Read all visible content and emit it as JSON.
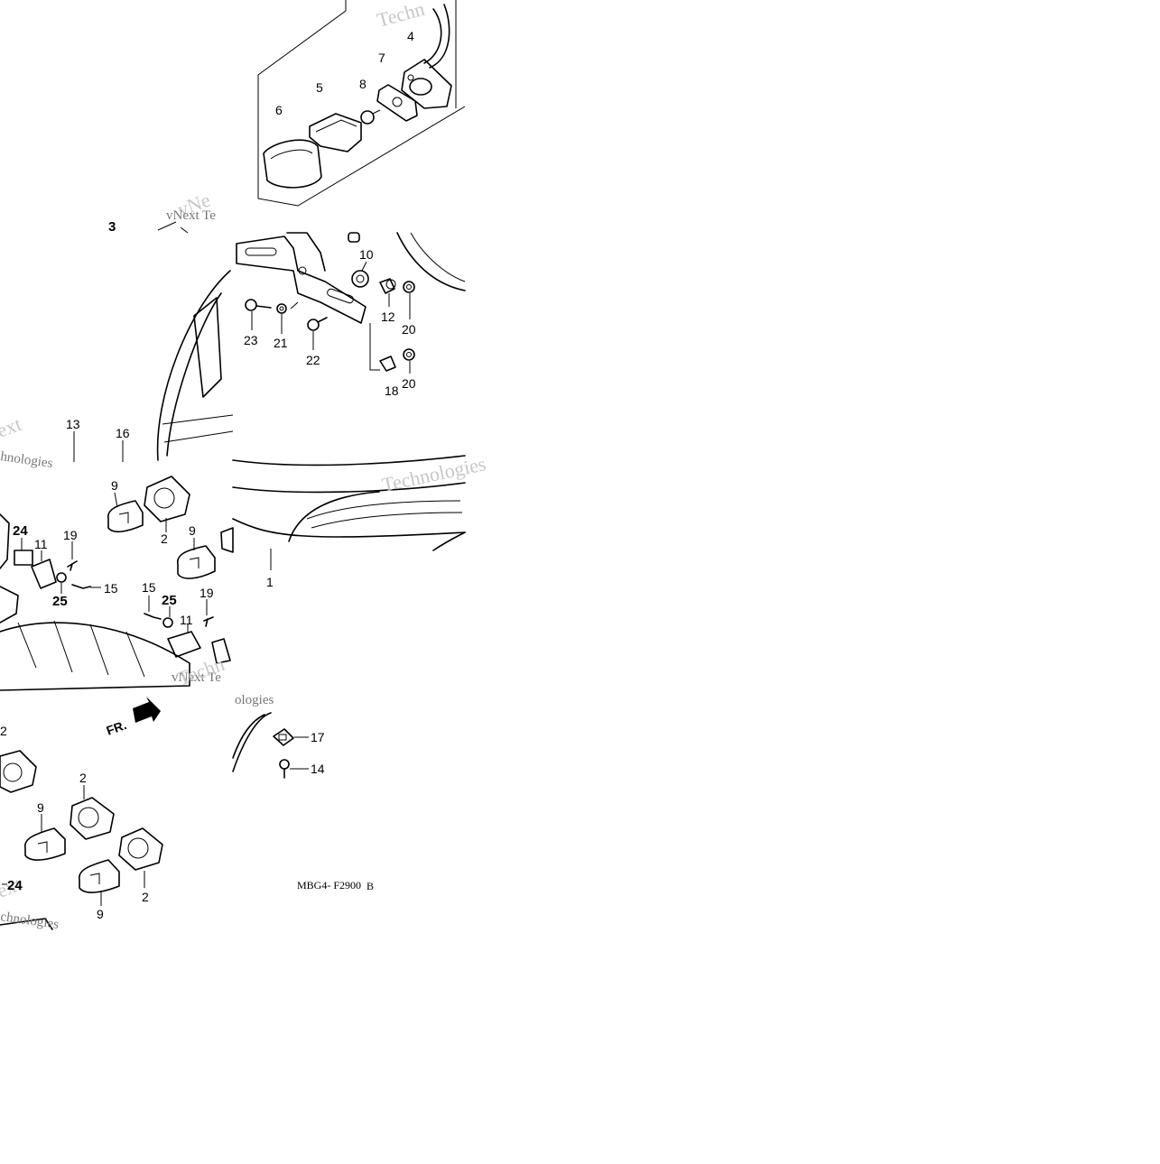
{
  "diagram": {
    "part_labels": [
      {
        "id": "p1",
        "text": "1"
      },
      {
        "id": "p2a",
        "text": "2"
      },
      {
        "id": "p2b",
        "text": "2"
      },
      {
        "id": "p2c",
        "text": "2"
      },
      {
        "id": "p2d",
        "text": "2"
      },
      {
        "id": "p3",
        "text": "3"
      },
      {
        "id": "p4",
        "text": "4"
      },
      {
        "id": "p5",
        "text": "5"
      },
      {
        "id": "p6",
        "text": "6"
      },
      {
        "id": "p7",
        "text": "7"
      },
      {
        "id": "p8",
        "text": "8"
      },
      {
        "id": "p9a",
        "text": "9"
      },
      {
        "id": "p9b",
        "text": "9"
      },
      {
        "id": "p9c",
        "text": "9"
      },
      {
        "id": "p9d",
        "text": "9"
      },
      {
        "id": "p10",
        "text": "10"
      },
      {
        "id": "p11a",
        "text": "11"
      },
      {
        "id": "p11b",
        "text": "11"
      },
      {
        "id": "p12",
        "text": "12"
      },
      {
        "id": "p13",
        "text": "13"
      },
      {
        "id": "p14",
        "text": "14"
      },
      {
        "id": "p15a",
        "text": "15"
      },
      {
        "id": "p15b",
        "text": "15"
      },
      {
        "id": "p16",
        "text": "16"
      },
      {
        "id": "p17",
        "text": "17"
      },
      {
        "id": "p18",
        "text": "18"
      },
      {
        "id": "p19a",
        "text": "19"
      },
      {
        "id": "p19b",
        "text": "19"
      },
      {
        "id": "p20a",
        "text": "20"
      },
      {
        "id": "p20b",
        "text": "20"
      },
      {
        "id": "p21",
        "text": "21"
      },
      {
        "id": "p22",
        "text": "22"
      },
      {
        "id": "p23",
        "text": "23"
      },
      {
        "id": "p24a",
        "text": "24"
      },
      {
        "id": "p24b",
        "text": "24"
      },
      {
        "id": "p25a",
        "text": "25"
      },
      {
        "id": "p25b",
        "text": "25"
      }
    ],
    "front_indicator": "FR.",
    "diagram_code": "MBG4- F2900",
    "diagram_code_suffix": "B",
    "watermarks": [
      "Techn",
      "vNe",
      "vNext Te",
      "Technologies",
      "ext",
      "hnologies",
      "vNext Te",
      "Techn",
      "chnologies",
      "ext",
      "ologies"
    ]
  }
}
